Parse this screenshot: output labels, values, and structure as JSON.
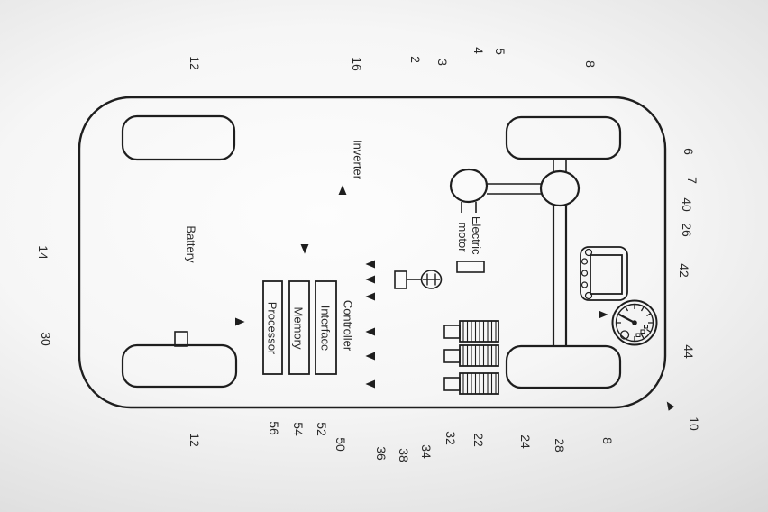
{
  "figure": {
    "kind": "patent-vehicle-drivetrain-diagram",
    "components": {
      "inverter": "Inverter",
      "battery": "Battery",
      "electric_motor_line1": "Electric",
      "electric_motor_line2": "motor",
      "controller": "Controller",
      "processor": "Processor",
      "memory": "Memory",
      "interface": "Interface"
    },
    "refs": {
      "top": {
        "r12": "12",
        "r16": "16",
        "r2": "2",
        "r3": "3",
        "r4": "4",
        "r5": "5",
        "r8": "8"
      },
      "right": {
        "r6": "6",
        "r7": "7",
        "r40": "40",
        "r26": "26",
        "r42": "42",
        "r44": "44",
        "r10": "10"
      },
      "left": {
        "r14": "14",
        "r30": "30"
      },
      "bottom": {
        "r12": "12",
        "r56": "56",
        "r54": "54",
        "r52": "52",
        "r50": "50",
        "r36": "36",
        "r38": "38",
        "r34": "34",
        "r32": "32",
        "r22": "22",
        "r24": "24",
        "r28": "28",
        "r8": "8"
      }
    },
    "icons": {
      "gauge": "speedometer-gauge-icon",
      "display": "display-panel-icon",
      "sensors": "finned-sensor-icon",
      "rotation_sensor": "rotation-sensor-icon"
    },
    "colors": {
      "stroke": "#1e1e1e",
      "bg_center": "#fdfdfd",
      "bg_edge": "#c4c4c4"
    }
  }
}
